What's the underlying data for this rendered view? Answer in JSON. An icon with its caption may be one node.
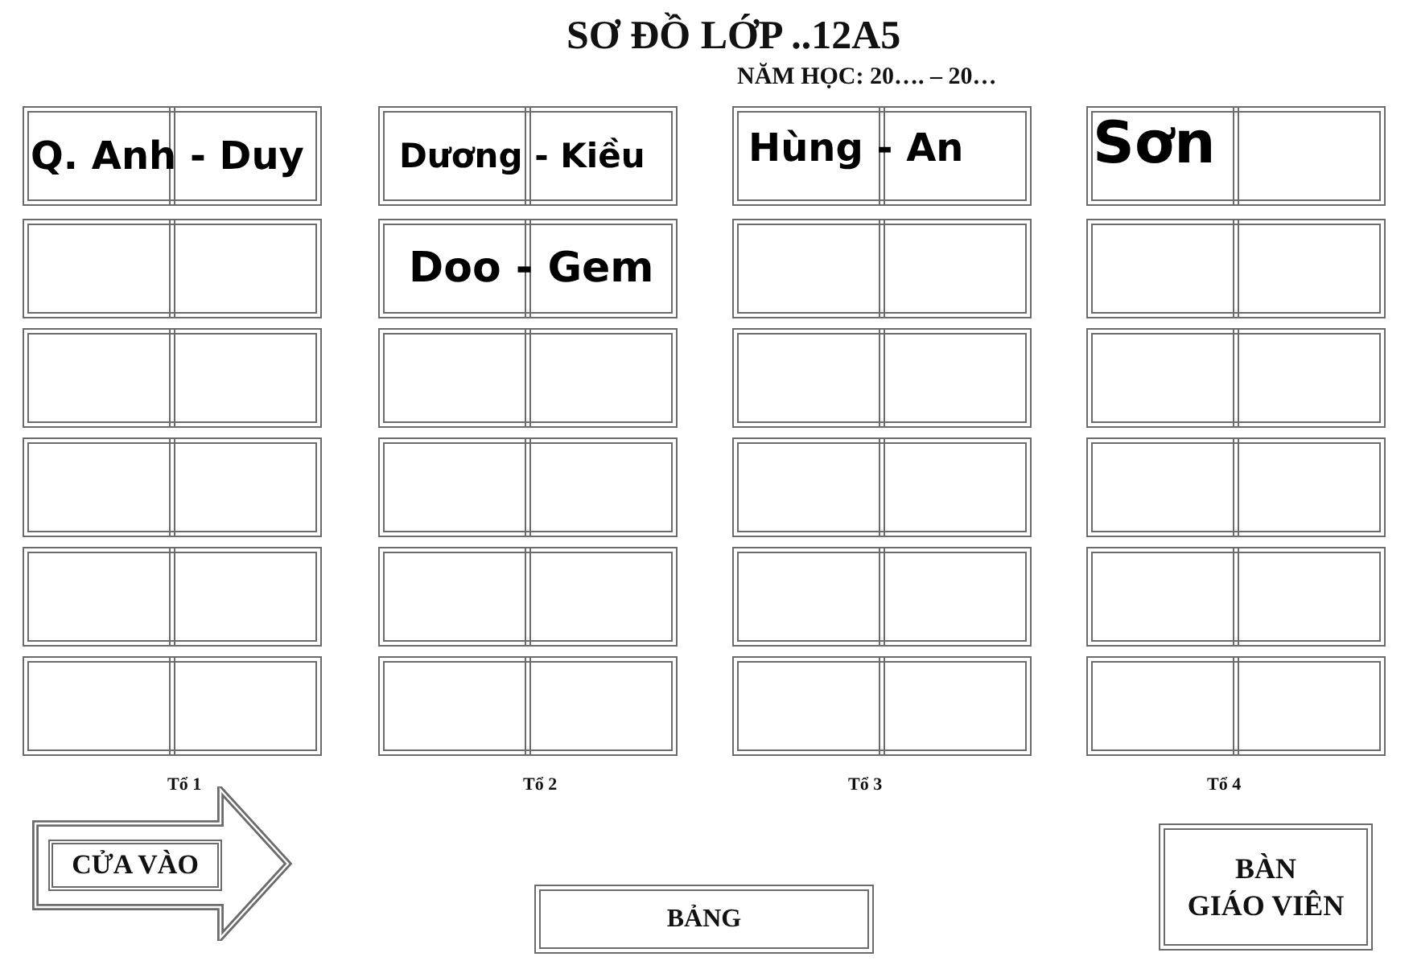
{
  "diagram": {
    "title": "SƠ ĐỒ LỚP ..12A5",
    "nodes": [
      {
        "text": [
          "Q. Anh - Duy"
        ]
      },
      {
        "text": [
          "Dương - Kiều"
        ]
      },
      {
        "text": [
          "Hùng - An"
        ]
      },
      {
        "text": [
          "Sơn"
        ]
      },
      {
        "text": [],
        "shape": "box"
      },
      {
        "text": [
          "Doo - Gem"
        ]
      },
      {
        "text": [],
        "shape": "box"
      },
      {
        "text": [],
        "shape": "box"
      },
      {
        "text": [],
        "shape": "box"
      },
      {
        "text": [],
        "shape": "box"
      },
      {
        "text": [],
        "shape": "box"
      },
      {
        "text": [],
        "shape": "box"
      },
      {
        "text": [],
        "shape": "box"
      },
      {
        "text": [],
        "shape": "box"
      },
      {
        "text": [],
        "shape": "box"
      },
      {
        "text": [],
        "shape": "box"
      },
      {
        "text": [],
        "shape": "box"
      },
      {
        "text": [],
        "shape": "box"
      },
      {
        "text": [],
        "shape": "box"
      },
      {
        "text": [],
        "shape": "box"
      },
      {
        "text": [],
        "shape": "box"
      },
      {
        "text": [],
        "shape": "box"
      },
      {
        "text": [],
        "shape": "box"
      },
      {
        "text": [],
        "shape": "box"
      },
      {
        "text": [
          "CỬA VÀO"
        ]
      },
      {
        "text": [
          "BẢNG"
        ]
      },
      {
        "text": [
          "BÀN GIÁO VIÊN"
        ]
      }
    ],
    "labels": [
      "NĂM HỌC: 20…. – 20…",
      "Tổ 1",
      "Tổ 2",
      "Tổ 3",
      "Tổ 4"
    ]
  }
}
